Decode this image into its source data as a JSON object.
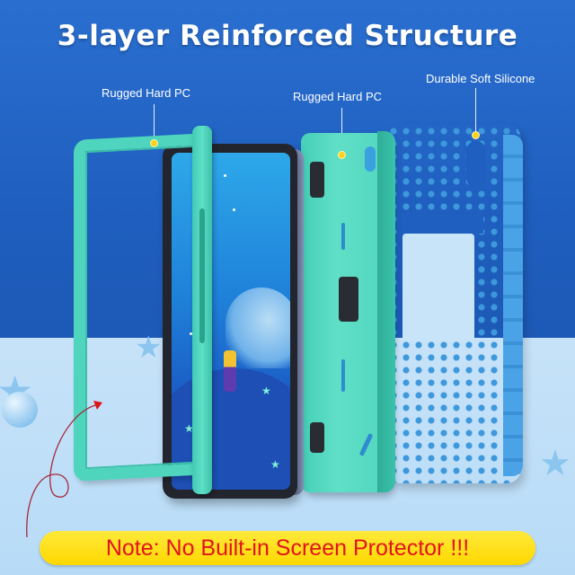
{
  "title": "3-layer Reinforced Structure",
  "callouts": [
    {
      "label": "Rugged Hard PC",
      "layer": "front bumper frame"
    },
    {
      "label": "Rugged Hard PC",
      "layer": "back hard shell"
    },
    {
      "label": "Durable Soft Silicone",
      "layer": "silicone skin"
    }
  ],
  "note": {
    "text": "Note: No Built-in Screen Protector !!!"
  },
  "colors": {
    "background_top": "#1f5fbf",
    "background_floor": "#c6e2f8",
    "teal_pc": "#4fd4bd",
    "blue_silicone": "#52b2f0",
    "callout_dot": "#ffd21f",
    "note_bg": "#ffe000",
    "note_text": "#e0141b"
  },
  "icons": [
    "star-prop-icon",
    "ball-prop-icon",
    "red-curved-arrow-icon"
  ]
}
